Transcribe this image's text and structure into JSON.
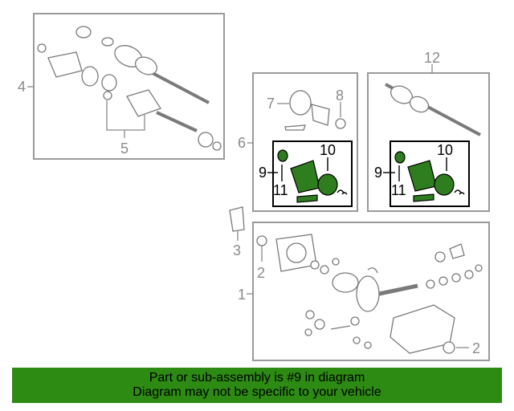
{
  "callouts": {
    "c1": "1",
    "c2a": "2",
    "c2b": "2",
    "c3": "3",
    "c4": "4",
    "c5": "5",
    "c6": "6",
    "c7": "7",
    "c8": "8",
    "c9a": "9",
    "c9b": "9",
    "c10a": "10",
    "c10b": "10",
    "c11a": "11",
    "c11b": "11",
    "c12": "12"
  },
  "banner": {
    "line1": "Part or sub-assembly is #9 in diagram",
    "line2": "Diagram may not be specific to your vehicle"
  },
  "colors": {
    "highlight": "#2d8a12",
    "part_fill": "#2e7d1e",
    "outline": "#9a9a9a"
  }
}
